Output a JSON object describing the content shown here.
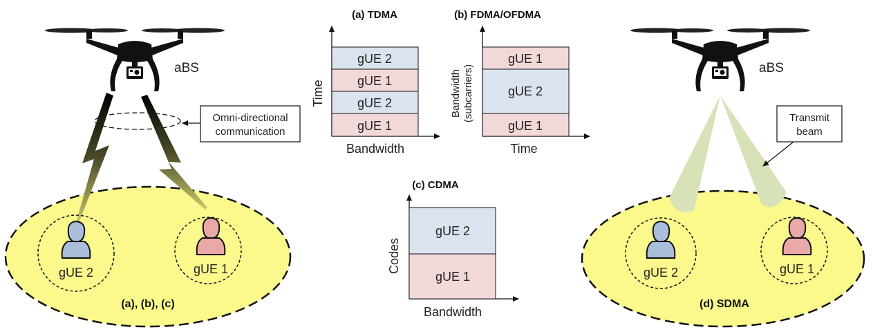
{
  "colors": {
    "ellipse_fill": "#fbf98c",
    "blue_cell": "#dbe3ee",
    "pink_cell": "#f2d9d9",
    "beam": "#d8e2b8",
    "user_blue": "#a9bfd9",
    "user_pink": "#eaa9a9"
  },
  "left_scene": {
    "drone_label": "aBS",
    "callout": [
      "Omni-directional",
      "communication"
    ],
    "user_left": "gUE 2",
    "user_right": "gUE 1",
    "caption": "(a), (b), (c)"
  },
  "tdma": {
    "title": "(a) TDMA",
    "y_label": "Time",
    "x_label": "Bandwidth",
    "cells": [
      "gUE 2",
      "gUE 1",
      "gUE 2",
      "gUE 1"
    ]
  },
  "fdma": {
    "title": "(b) FDMA/OFDMA",
    "y_label": "Bandwidth",
    "y_sublabel": "(subcarriers)",
    "x_label": "Time",
    "cells": [
      "gUE 1",
      "gUE 2",
      "gUE 1"
    ]
  },
  "cdma": {
    "title": "(c) CDMA",
    "y_label": "Codes",
    "x_label": "Bandwidth",
    "cells": [
      "gUE 2",
      "gUE 1"
    ]
  },
  "right_scene": {
    "drone_label": "aBS",
    "callout": [
      "Transmit",
      "beam"
    ],
    "user_left": "gUE 2",
    "user_right": "gUE 1",
    "caption": "(d) SDMA"
  }
}
